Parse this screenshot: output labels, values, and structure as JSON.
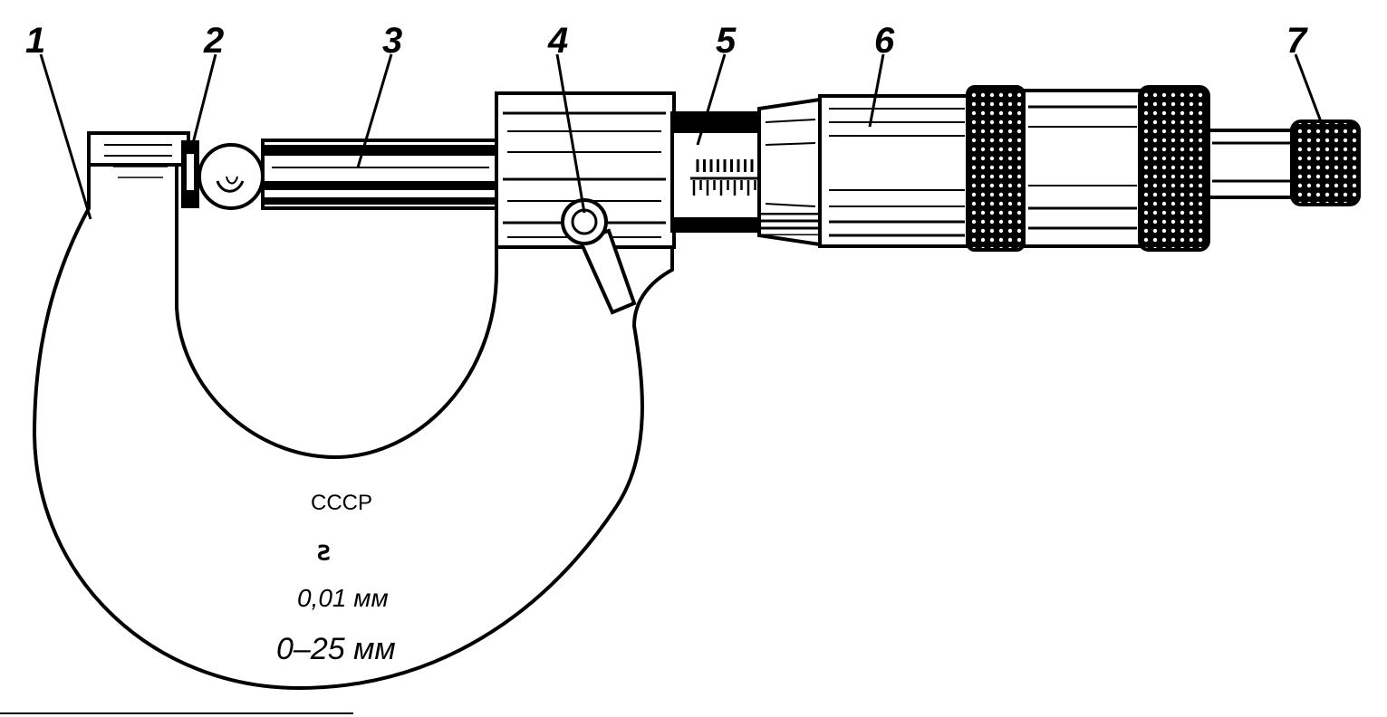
{
  "callouts": [
    {
      "num": "1"
    },
    {
      "num": "2"
    },
    {
      "num": "3"
    },
    {
      "num": "4"
    },
    {
      "num": "5"
    },
    {
      "num": "6"
    },
    {
      "num": "7"
    }
  ],
  "frame": {
    "country": "СССР",
    "logo": "ꙅ",
    "resolution": "0,01 мм",
    "range": "0–25 мм"
  },
  "colors": {
    "ink": "#000000",
    "paper": "#ffffff"
  }
}
